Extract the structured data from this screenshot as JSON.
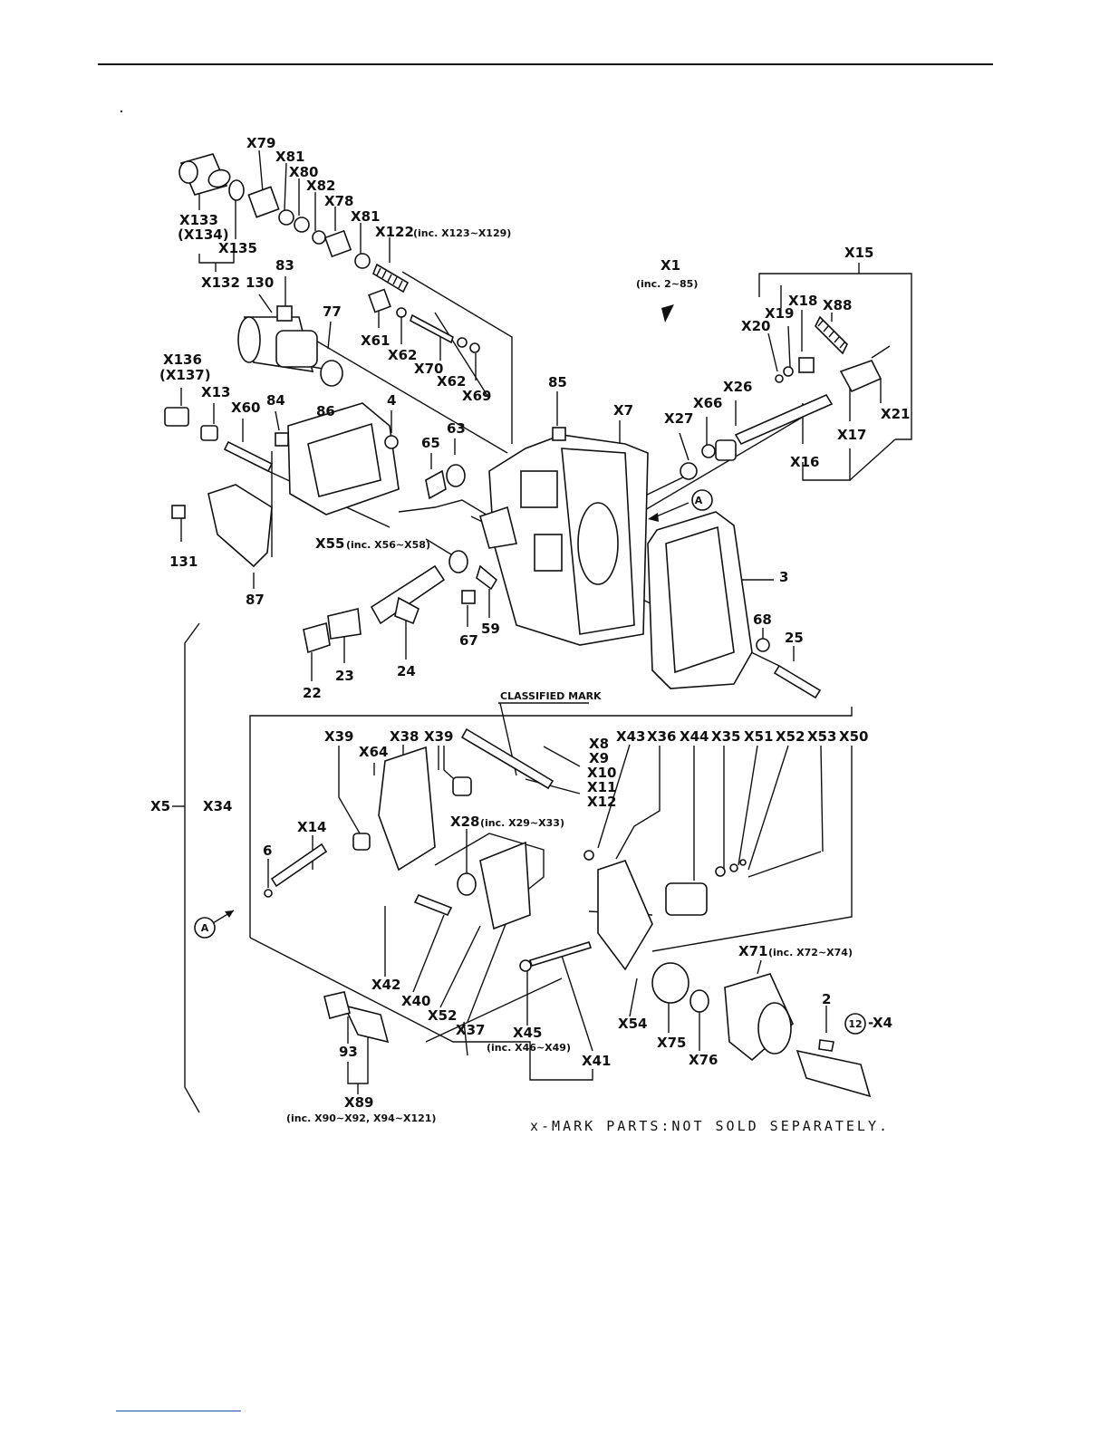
{
  "footer_note": "x-MARK PARTS:NOT SOLD SEPARATELY.",
  "classified_mark": "CLASSIFIED MARK",
  "callouts": {
    "X79": "X79",
    "X81a": "X81",
    "X80": "X80",
    "X82": "X82",
    "X78": "X78",
    "X81b": "X81",
    "X122": "X122",
    "X122inc": "(inc. X123~X129)",
    "X133": "X133",
    "X134": "(X134)",
    "X135": "X135",
    "X132": "X132",
    "p83": "83",
    "p130": "130",
    "p77": "77",
    "X61": "X61",
    "X62a": "X62",
    "X70": "X70",
    "X62b": "X62",
    "X69": "X69",
    "X1": "X1",
    "X1inc": "(inc. 2~85)",
    "X15": "X15",
    "X18": "X18",
    "X88": "X88",
    "X19": "X19",
    "X20": "X20",
    "X21": "X21",
    "X17": "X17",
    "X16": "X16",
    "X26": "X26",
    "X66": "X66",
    "X27": "X27",
    "X136": "X136",
    "X137": "(X137)",
    "X13": "X13",
    "X60": "X60",
    "p84": "84",
    "p86": "86",
    "p4": "4",
    "p85": "85",
    "X7": "X7",
    "p65": "65",
    "p63": "63",
    "p131": "131",
    "p87": "87",
    "X55": "X55",
    "X55inc": "(inc. X56~X58)",
    "A1": "A",
    "A2": "A",
    "p3": "3",
    "p68": "68",
    "p25": "25",
    "p67": "67",
    "p59": "59",
    "p22": "22",
    "p23": "23",
    "p24": "24",
    "X39a": "X39",
    "X64": "X64",
    "X38": "X38",
    "X39b": "X39",
    "X8": "X8",
    "X9": "X9",
    "X10": "X10",
    "X11": "X11",
    "X12": "X12",
    "X43": "X43",
    "X36": "X36",
    "X44": "X44",
    "X35": "X35",
    "X51": "X51",
    "X52a": "X52",
    "X53": "X53",
    "X50": "X50",
    "X5": "X5",
    "X34": "X34",
    "X14": "X14",
    "p6": "6",
    "X28": "X28",
    "X28inc": "(inc. X29~X33)",
    "X42": "X42",
    "X40": "X40",
    "X52b": "X52",
    "X37": "X37",
    "X45": "X45",
    "X45inc": "(inc. X46~X49)",
    "X41": "X41",
    "X54": "X54",
    "X75": "X75",
    "X76": "X76",
    "X71": "X71",
    "X71inc": "(inc. X72~X74)",
    "p2": "2",
    "p12": "12",
    "X4": "-X4",
    "p93": "93",
    "X89": "X89",
    "X89inc": "(inc. X90~X92, X94~X121)"
  }
}
